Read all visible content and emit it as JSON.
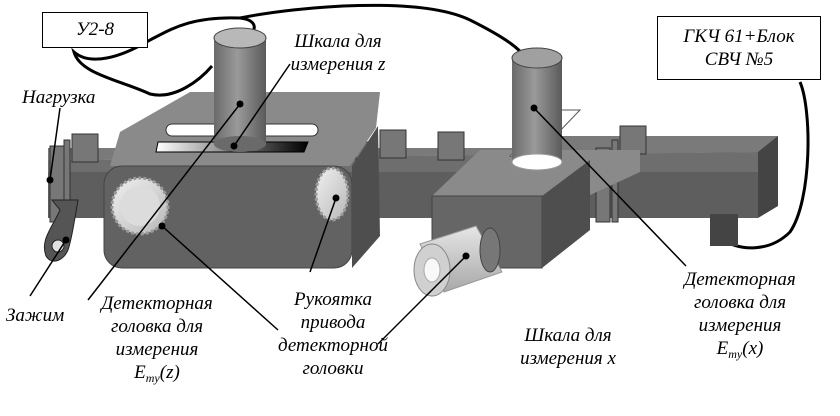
{
  "labels": {
    "device_u2": "У2-8",
    "gkch_line1": "ГКЧ 61+Блок",
    "gkch_line2": "СВЧ №5",
    "load": "Нагрузка",
    "scale_z_line1": "Шкала для",
    "scale_z_line2": "измерения  z",
    "clamp": "Зажим",
    "det_z_line1": "Детекторная",
    "det_z_line2": "головка для",
    "det_z_line3": "измерения",
    "det_z_sym": "E",
    "det_z_sub": "my",
    "det_z_arg": "(z)",
    "handle_line1": "Рукоятка",
    "handle_line2": "привода",
    "handle_line3": "детекторной",
    "handle_line4": "головки",
    "scale_x_line1": "Шкала для",
    "scale_x_line2": "измерения  x",
    "det_x_line1": "Детекторная",
    "det_x_line2": "головка для",
    "det_x_line3": "измерения",
    "det_x_sym": "E",
    "det_x_sub": "my",
    "det_x_arg": "(x)"
  }
}
